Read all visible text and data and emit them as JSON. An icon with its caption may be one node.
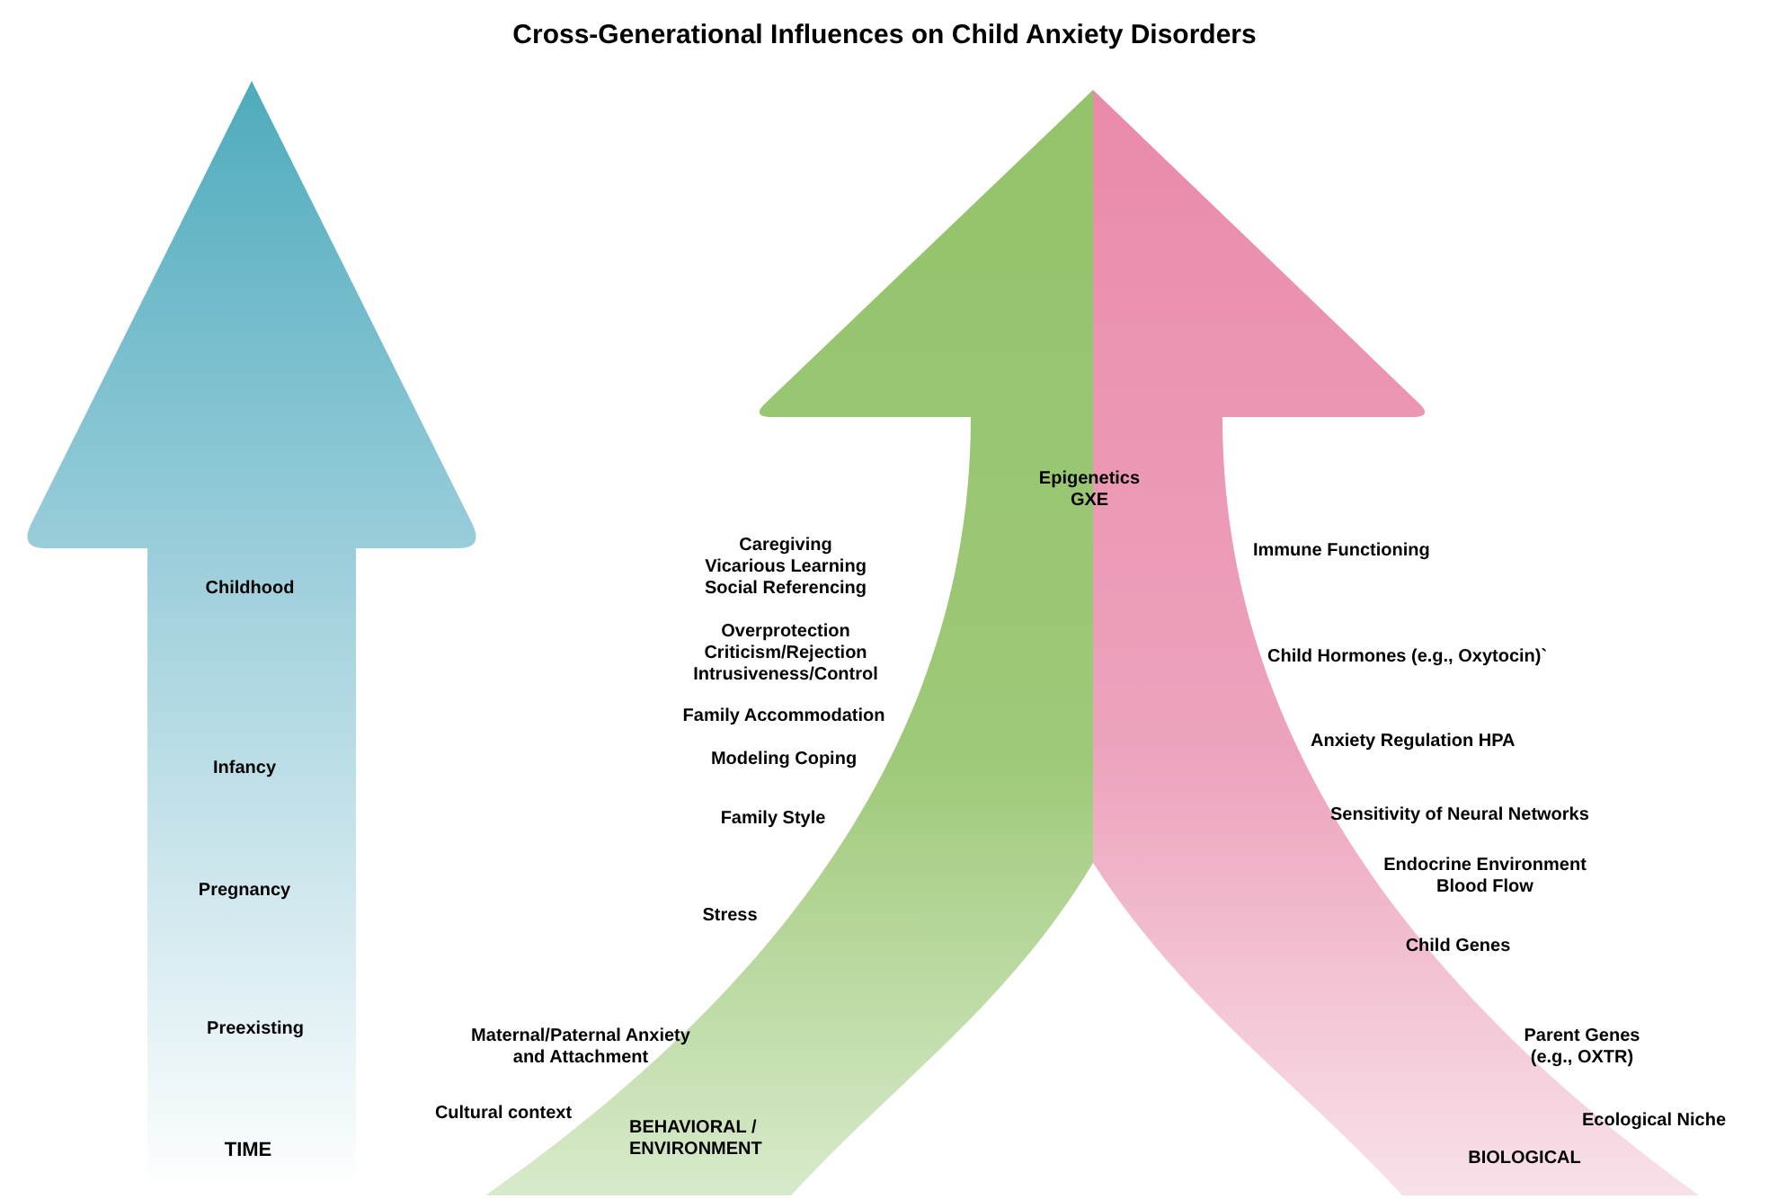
{
  "diagram": {
    "title": "Cross-Generational Influences on Child Anxiety Disorders",
    "nodes": [
      {
        "text": [
          "Childhood",
          "Infancy",
          "Pregnancy",
          "Preexisting",
          "TIME"
        ]
      },
      {
        "text": [
          "BEHAVIORAL / ENVIRONMENT"
        ]
      },
      {
        "text": [
          "BIOLOGICAL"
        ]
      }
    ],
    "labels": [
      "Epigenetics GXE",
      "Caregiving",
      "Vicarious Learning",
      "Social Referencing",
      "Immune Functioning",
      "Overprotection",
      "Criticism/Rejection",
      "Intrusiveness/Control",
      "Child Hormones (e.g., Oxytocin)`",
      "Family Accommodation",
      "Anxiety Regulation HPA",
      "Modeling Coping",
      "Sensitivity of Neural Networks",
      "Family Style",
      "Endocrine Environment",
      "Blood Flow",
      "Stress",
      "Child Genes",
      "Maternal/Paternal Anxiety and Attachment",
      "Parent Genes (e.g., OXTR)",
      "Cultural context",
      "Ecological Niche"
    ]
  }
}
